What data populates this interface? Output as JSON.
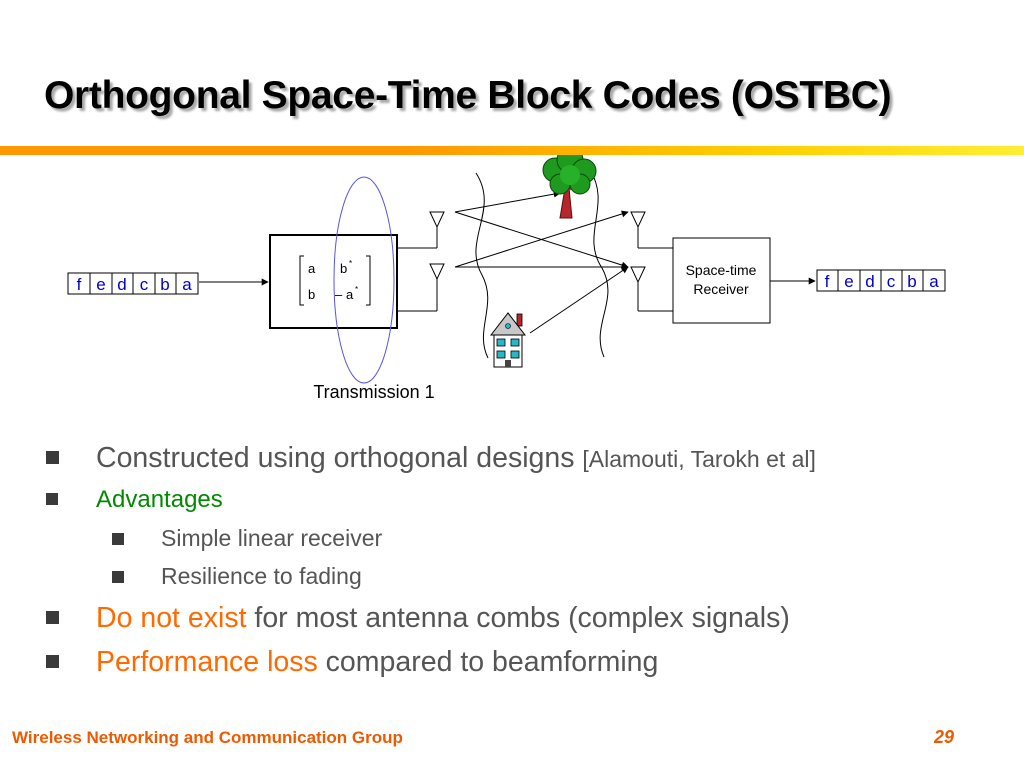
{
  "slide": {
    "title": "Orthogonal Space-Time Block Codes (OSTBC)",
    "footer": "Wireless Networking and Communication Group",
    "page_number": "29"
  },
  "diagram": {
    "input_symbols": [
      "f",
      "e",
      "d",
      "c",
      "b",
      "a"
    ],
    "output_symbols": [
      "f",
      "e",
      "d",
      "c",
      "b",
      "a"
    ],
    "matrix": {
      "r1c1": "a",
      "r1c2": "b",
      "r1c2_sup": "*",
      "r2c1": "b",
      "r2c2_minus": "–",
      "r2c2": "a",
      "r2c2_sup": "*"
    },
    "receiver_line1": "Space-time",
    "receiver_line2": "Receiver",
    "transmission_label": "Transmission 1"
  },
  "bullets": {
    "b1_main": "Constructed using orthogonal designs ",
    "b1_ref": "[Alamouti, Tarokh et al]",
    "b2_main": "Advantages",
    "b2_sub1": "Simple linear receiver",
    "b2_sub2": "Resilience to fading",
    "b3_highlight": "Do not exist",
    "b3_rest": " for most antenna combs (complex signals)",
    "b4_highlight": "Performance loss",
    "b4_rest": " compared to beamforming"
  },
  "colors": {
    "footer_orange": "#ee5a00",
    "highlight_orange": "#ff6a00",
    "advantages_green": "#008a00",
    "symbol_blue": "#0000cc",
    "ellipse_blue": "#5555dd"
  }
}
